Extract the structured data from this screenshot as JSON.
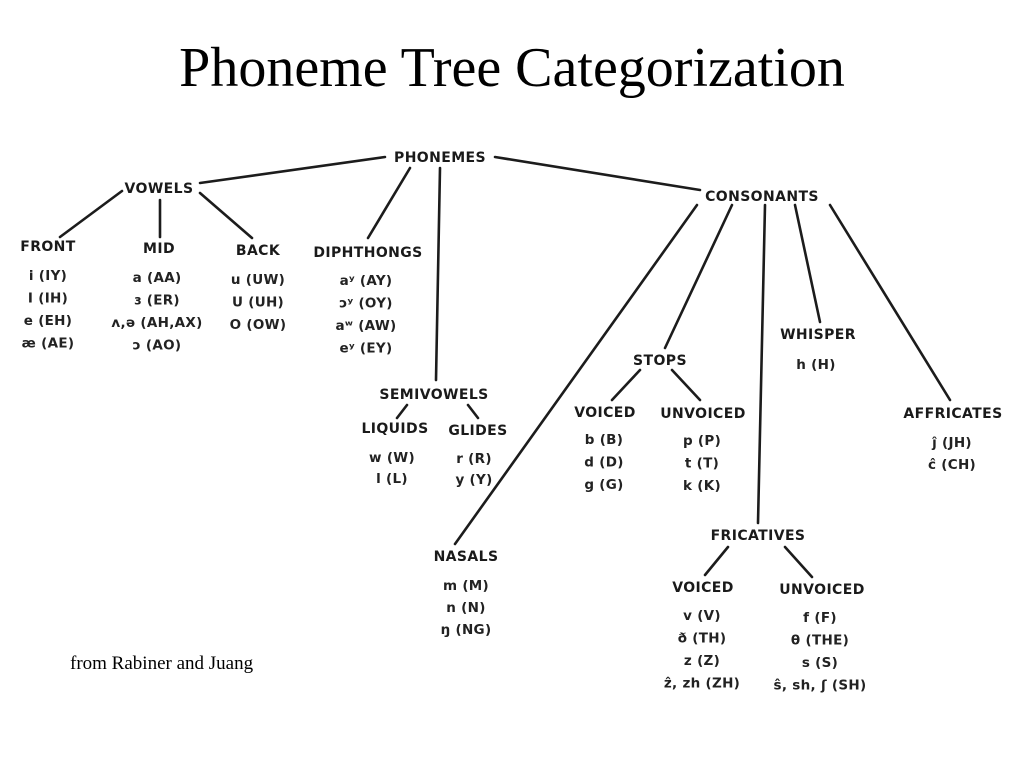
{
  "title": "Phoneme Tree Categorization",
  "credit": "from Rabiner and Juang",
  "nodes": {
    "phonemes": "PHONEMES",
    "vowels": "VOWELS",
    "front": "FRONT",
    "mid": "MID",
    "back": "BACK",
    "diphthongs": "DIPHTHONGS",
    "semivowels": "SEMIVOWELS",
    "liquids": "LIQUIDS",
    "glides": "GLIDES",
    "consonants": "CONSONANTS",
    "nasals": "NASALS",
    "stops": "STOPS",
    "stops_voiced": "VOICED",
    "stops_unvoiced": "UNVOICED",
    "whisper": "WHISPER",
    "affricates": "AFFRICATES",
    "fricatives": "FRICATIVES",
    "fric_voiced": "VOICED",
    "fric_unvoiced": "UNVOICED"
  },
  "lists": {
    "front": [
      "i (IY)",
      "I (IH)",
      "e (EH)",
      "æ (AE)"
    ],
    "mid": [
      "a (AA)",
      "ɜ (ER)",
      "ʌ,ə (AH,AX)",
      "ɔ (AO)"
    ],
    "back": [
      "u (UW)",
      "U (UH)",
      "O (OW)"
    ],
    "diphthongs": [
      "aʸ (AY)",
      "ɔʸ (OY)",
      "aʷ (AW)",
      "eʸ (EY)"
    ],
    "liquids": [
      "w (W)",
      "l (L)"
    ],
    "glides": [
      "r (R)",
      "y (Y)"
    ],
    "nasals": [
      "m (M)",
      "n (N)",
      "ŋ (NG)"
    ],
    "stops_voiced": [
      "b (B)",
      "d (D)",
      "g (G)"
    ],
    "stops_unvoiced": [
      "p (P)",
      "t (T)",
      "k (K)"
    ],
    "whisper": [
      "h (H)"
    ],
    "affricates": [
      "ĵ (JH)",
      "ĉ (CH)"
    ],
    "fric_voiced": [
      "v (V)",
      "ð (TH)",
      "z (Z)",
      "ẑ, zh (ZH)"
    ],
    "fric_unvoiced": [
      "f (F)",
      "θ (THE)",
      "s (S)",
      "ŝ, sh, ʃ (SH)"
    ]
  }
}
